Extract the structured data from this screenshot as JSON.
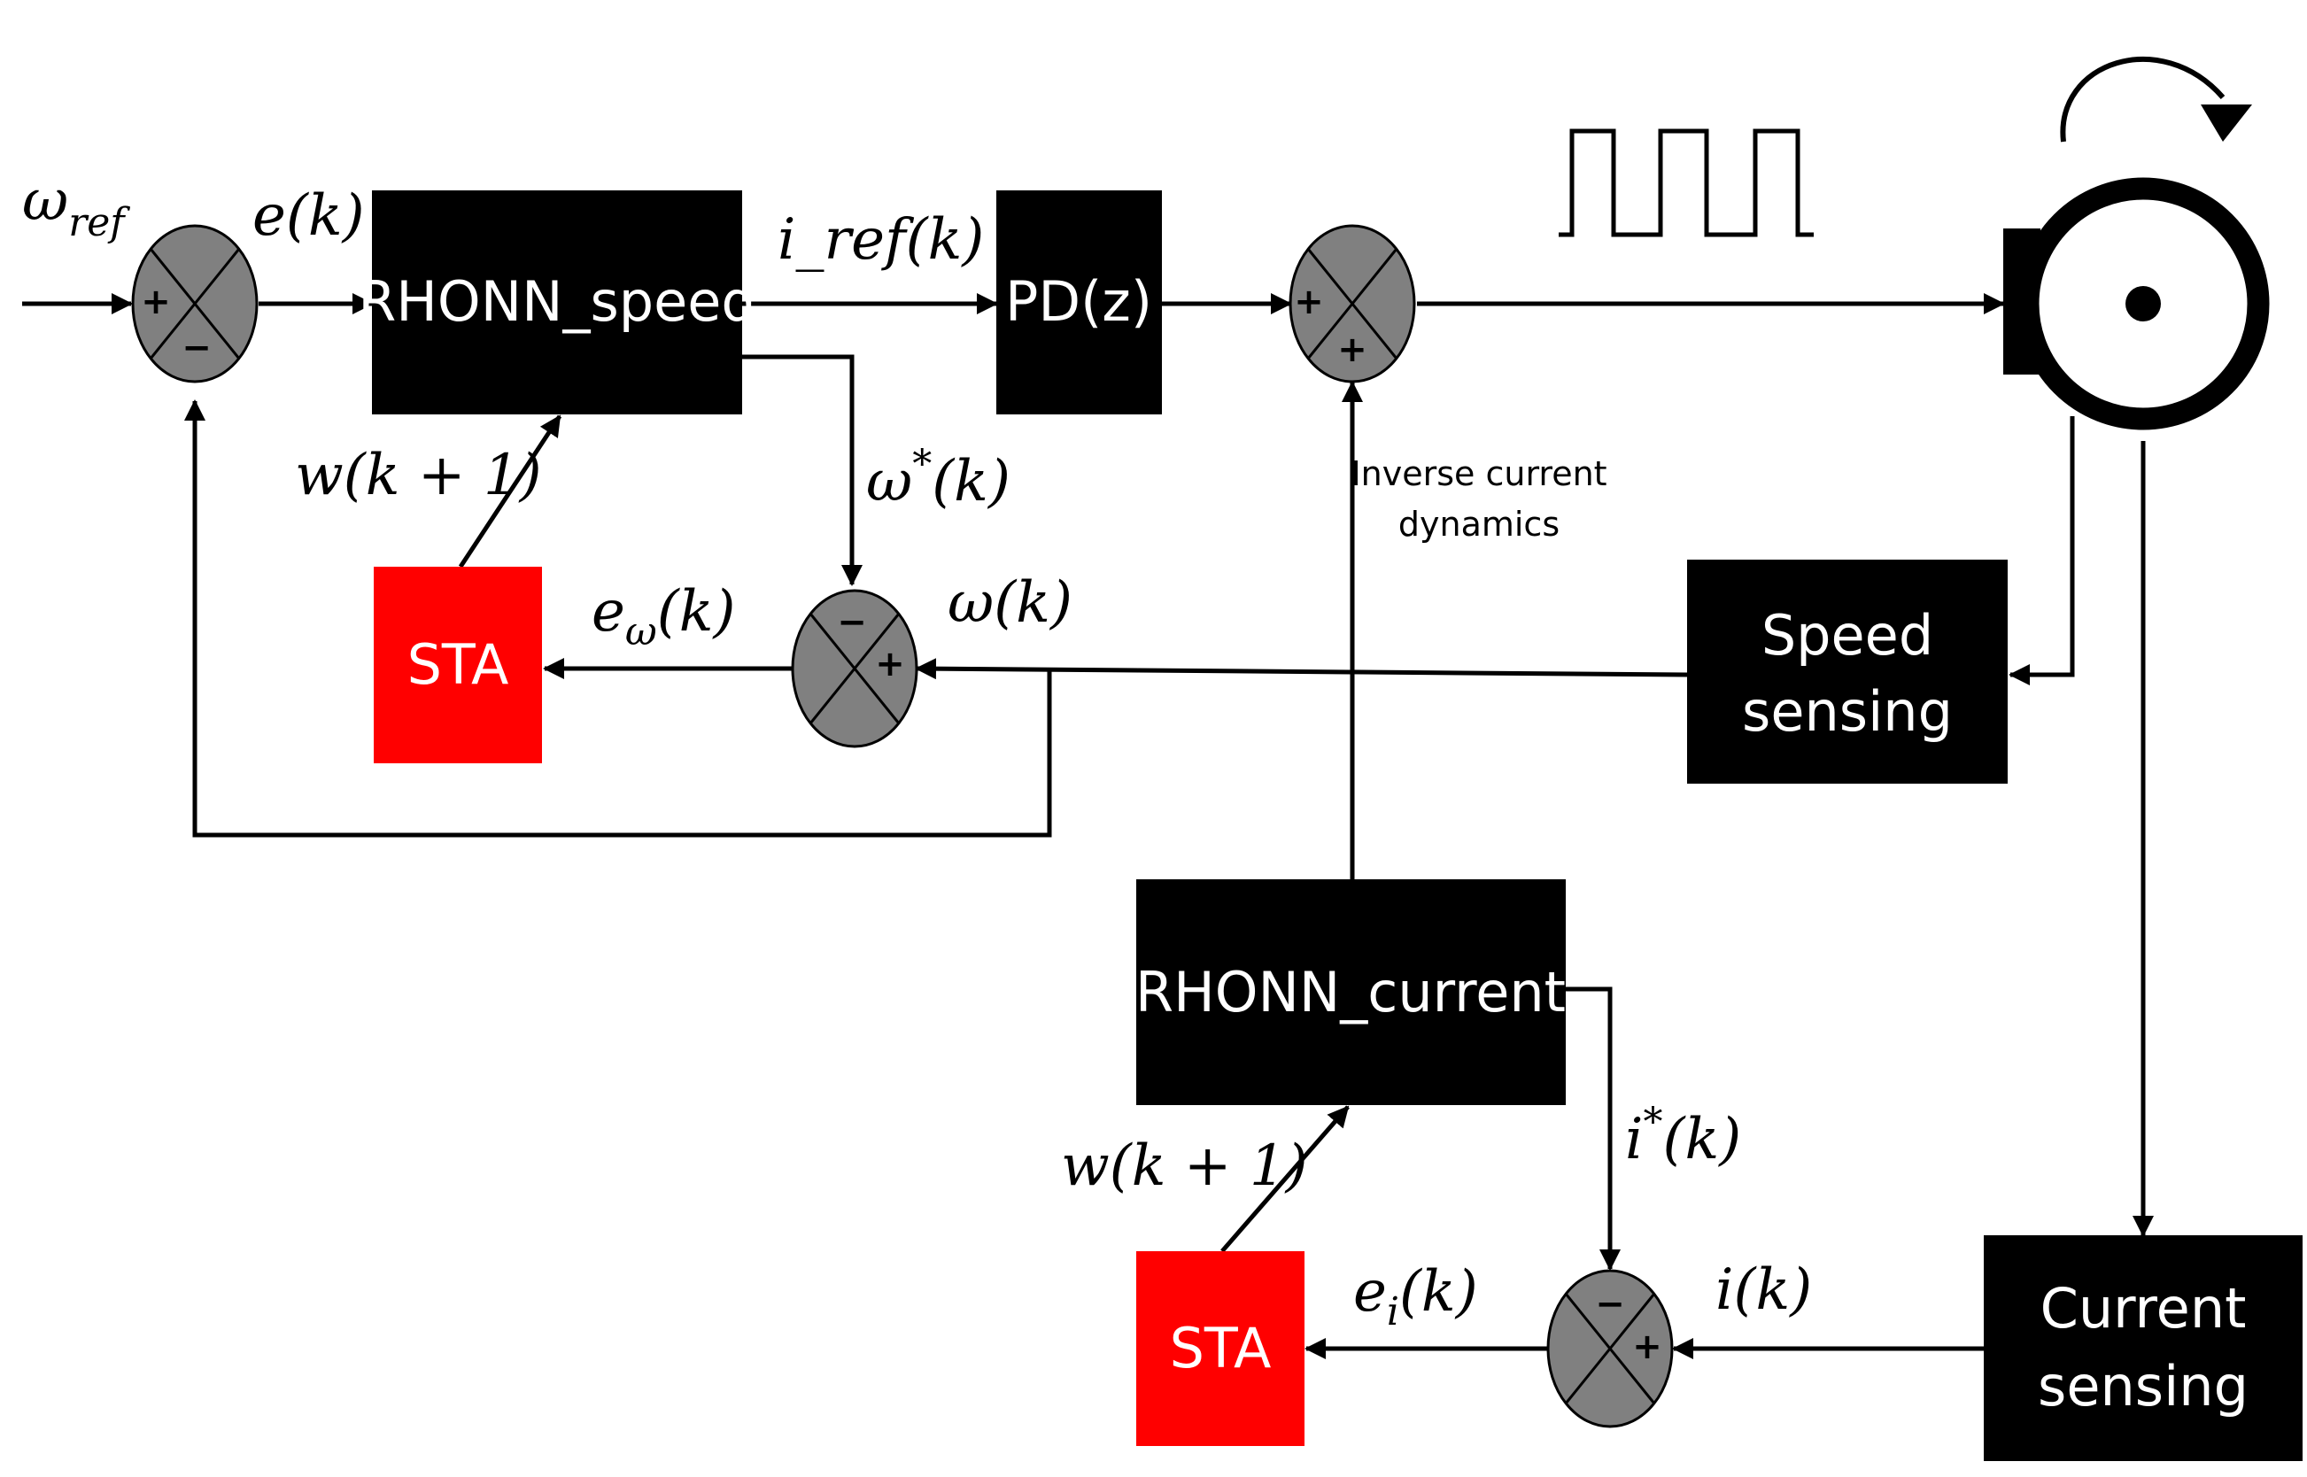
{
  "blocks": {
    "rhonn_speed": "RHONN_speed",
    "pd": "PD(z)",
    "sta_speed": "STA",
    "speed_sensing_line1": "Speed",
    "speed_sensing_line2": "sensing",
    "rhonn_current": "RHONN_current",
    "sta_current": "STA",
    "current_sensing_line1": "Current",
    "current_sensing_line2": "sensing"
  },
  "signals": {
    "omega_ref_base": "ω",
    "omega_ref_sub": "ref",
    "error": "e(k)",
    "i_ref": "i_ref(k)",
    "w_speed": "w(k + 1)",
    "omega_star_base": "ω",
    "omega_star_rest": "(k)",
    "e_omega_base": "e",
    "e_omega_sub": "ω",
    "e_omega_rest": "(k)",
    "omega_meas": "ω(k)",
    "w_current": "w(k + 1)",
    "i_star_base": "i",
    "i_star_rest": "(k)",
    "e_i_base": "e",
    "e_i_sub": "i",
    "e_i_rest": "(k)",
    "i_meas": "i(k)",
    "star": "*"
  },
  "notes": {
    "inverse_line1": "Inverse current",
    "inverse_line2": "dynamics"
  },
  "summing_signs": {
    "s1_left": "+",
    "s1_bottom": "−",
    "s2_left": "+",
    "s2_bottom": "+",
    "s3_top": "−",
    "s3_right": "+",
    "s4_top": "−",
    "s4_right": "+"
  },
  "colors": {
    "block": "#000000",
    "sta": "#ff0000",
    "summing": "#808080"
  }
}
